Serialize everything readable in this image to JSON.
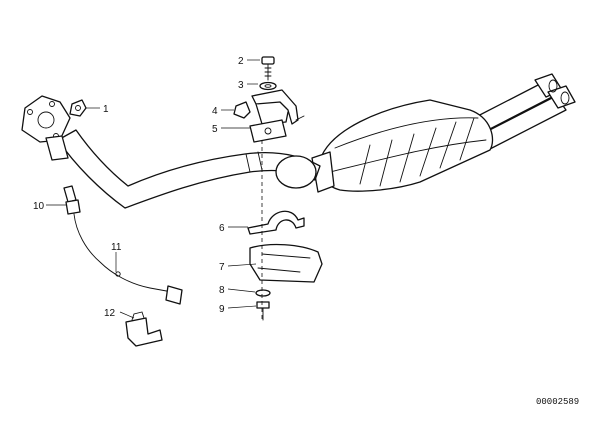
{
  "diagram": {
    "callouts": [
      "1",
      "2",
      "3",
      "4",
      "5",
      "6",
      "7",
      "8",
      "9",
      "10",
      "11",
      "12"
    ],
    "document_number": "00002589"
  }
}
